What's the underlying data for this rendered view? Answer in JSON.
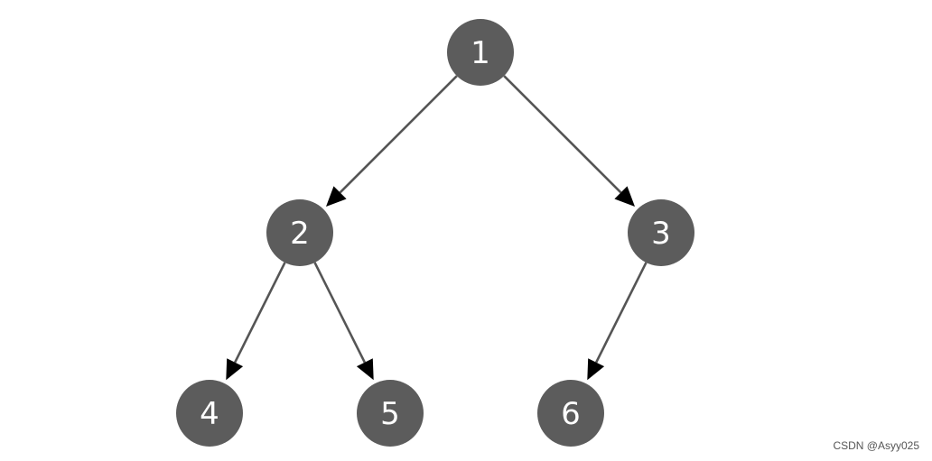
{
  "tree": {
    "nodes": [
      {
        "id": "1",
        "label": "1"
      },
      {
        "id": "2",
        "label": "2"
      },
      {
        "id": "3",
        "label": "3"
      },
      {
        "id": "4",
        "label": "4"
      },
      {
        "id": "5",
        "label": "5"
      },
      {
        "id": "6",
        "label": "6"
      }
    ],
    "edges": [
      {
        "from": "1",
        "to": "2"
      },
      {
        "from": "1",
        "to": "3"
      },
      {
        "from": "2",
        "to": "4"
      },
      {
        "from": "2",
        "to": "5"
      },
      {
        "from": "3",
        "to": "6"
      }
    ]
  },
  "colors": {
    "node_fill": "#5c5c5c",
    "node_text": "#ffffff",
    "edge": "#555555",
    "arrowhead": "#000000"
  },
  "watermark": "CSDN @Asyy025"
}
